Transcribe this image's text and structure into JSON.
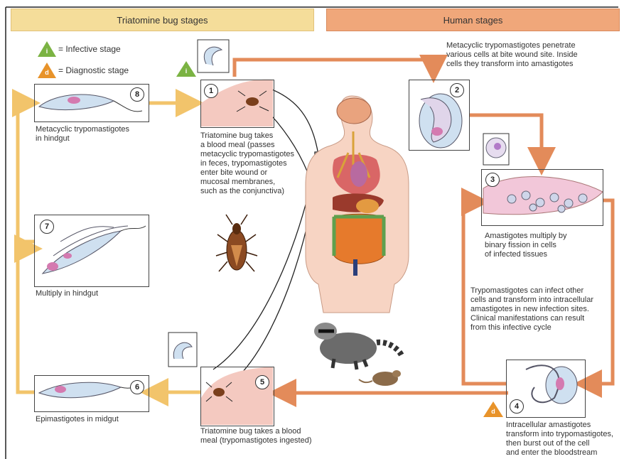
{
  "headers": {
    "triatomine": "Triatomine bug stages",
    "human": "Human stages"
  },
  "legend": {
    "infective_letter": "i",
    "infective_text": "= Infective stage",
    "diagnostic_letter": "d",
    "diagnostic_text": "= Diagnostic stage"
  },
  "stages": [
    {
      "number": "1",
      "caption": "Triatomine bug takes\na blood meal (passes\nmetacyclic trypomastigotes\nin feces, trypomastigotes\nenter bite wound or\nmucosal membranes,\nsuch as the conjunctiva)"
    },
    {
      "number": "2",
      "caption": "Metacyclic trypomastigotes penetrate\nvarious cells at bite wound site. Inside\ncells they transform into amastigotes"
    },
    {
      "number": "3",
      "caption": "Amastigotes multiply by\nbinary fission in cells\nof infected tissues"
    },
    {
      "number": "4",
      "caption": "Intracellular amastigotes\ntransform into trypomastigotes,\nthen burst out of the cell\nand enter the bloodstream"
    },
    {
      "number": "5",
      "caption": "Triatomine bug takes a blood\nmeal (trypomastigotes ingested)"
    },
    {
      "number": "6",
      "caption": "Epimastigotes in midgut"
    },
    {
      "number": "7",
      "caption": "Multiply in hindgut"
    },
    {
      "number": "8",
      "caption": "Metacyclic trypomastigotes\nin hindgut"
    }
  ],
  "infective_cycle_note": "Trypomastigotes can infect other\ncells and transform into intracellular\namastigotes in new infection sites.\nClinical manifestations can result\nfrom this infective cycle",
  "colors": {
    "bug_header": "#f5dd9a",
    "human_header": "#f0a77a",
    "bug_arrow": "#f2c46b",
    "human_arrow": "#e38b5a",
    "infective_marker": "#7bb343",
    "diagnostic_marker": "#e8932a"
  }
}
